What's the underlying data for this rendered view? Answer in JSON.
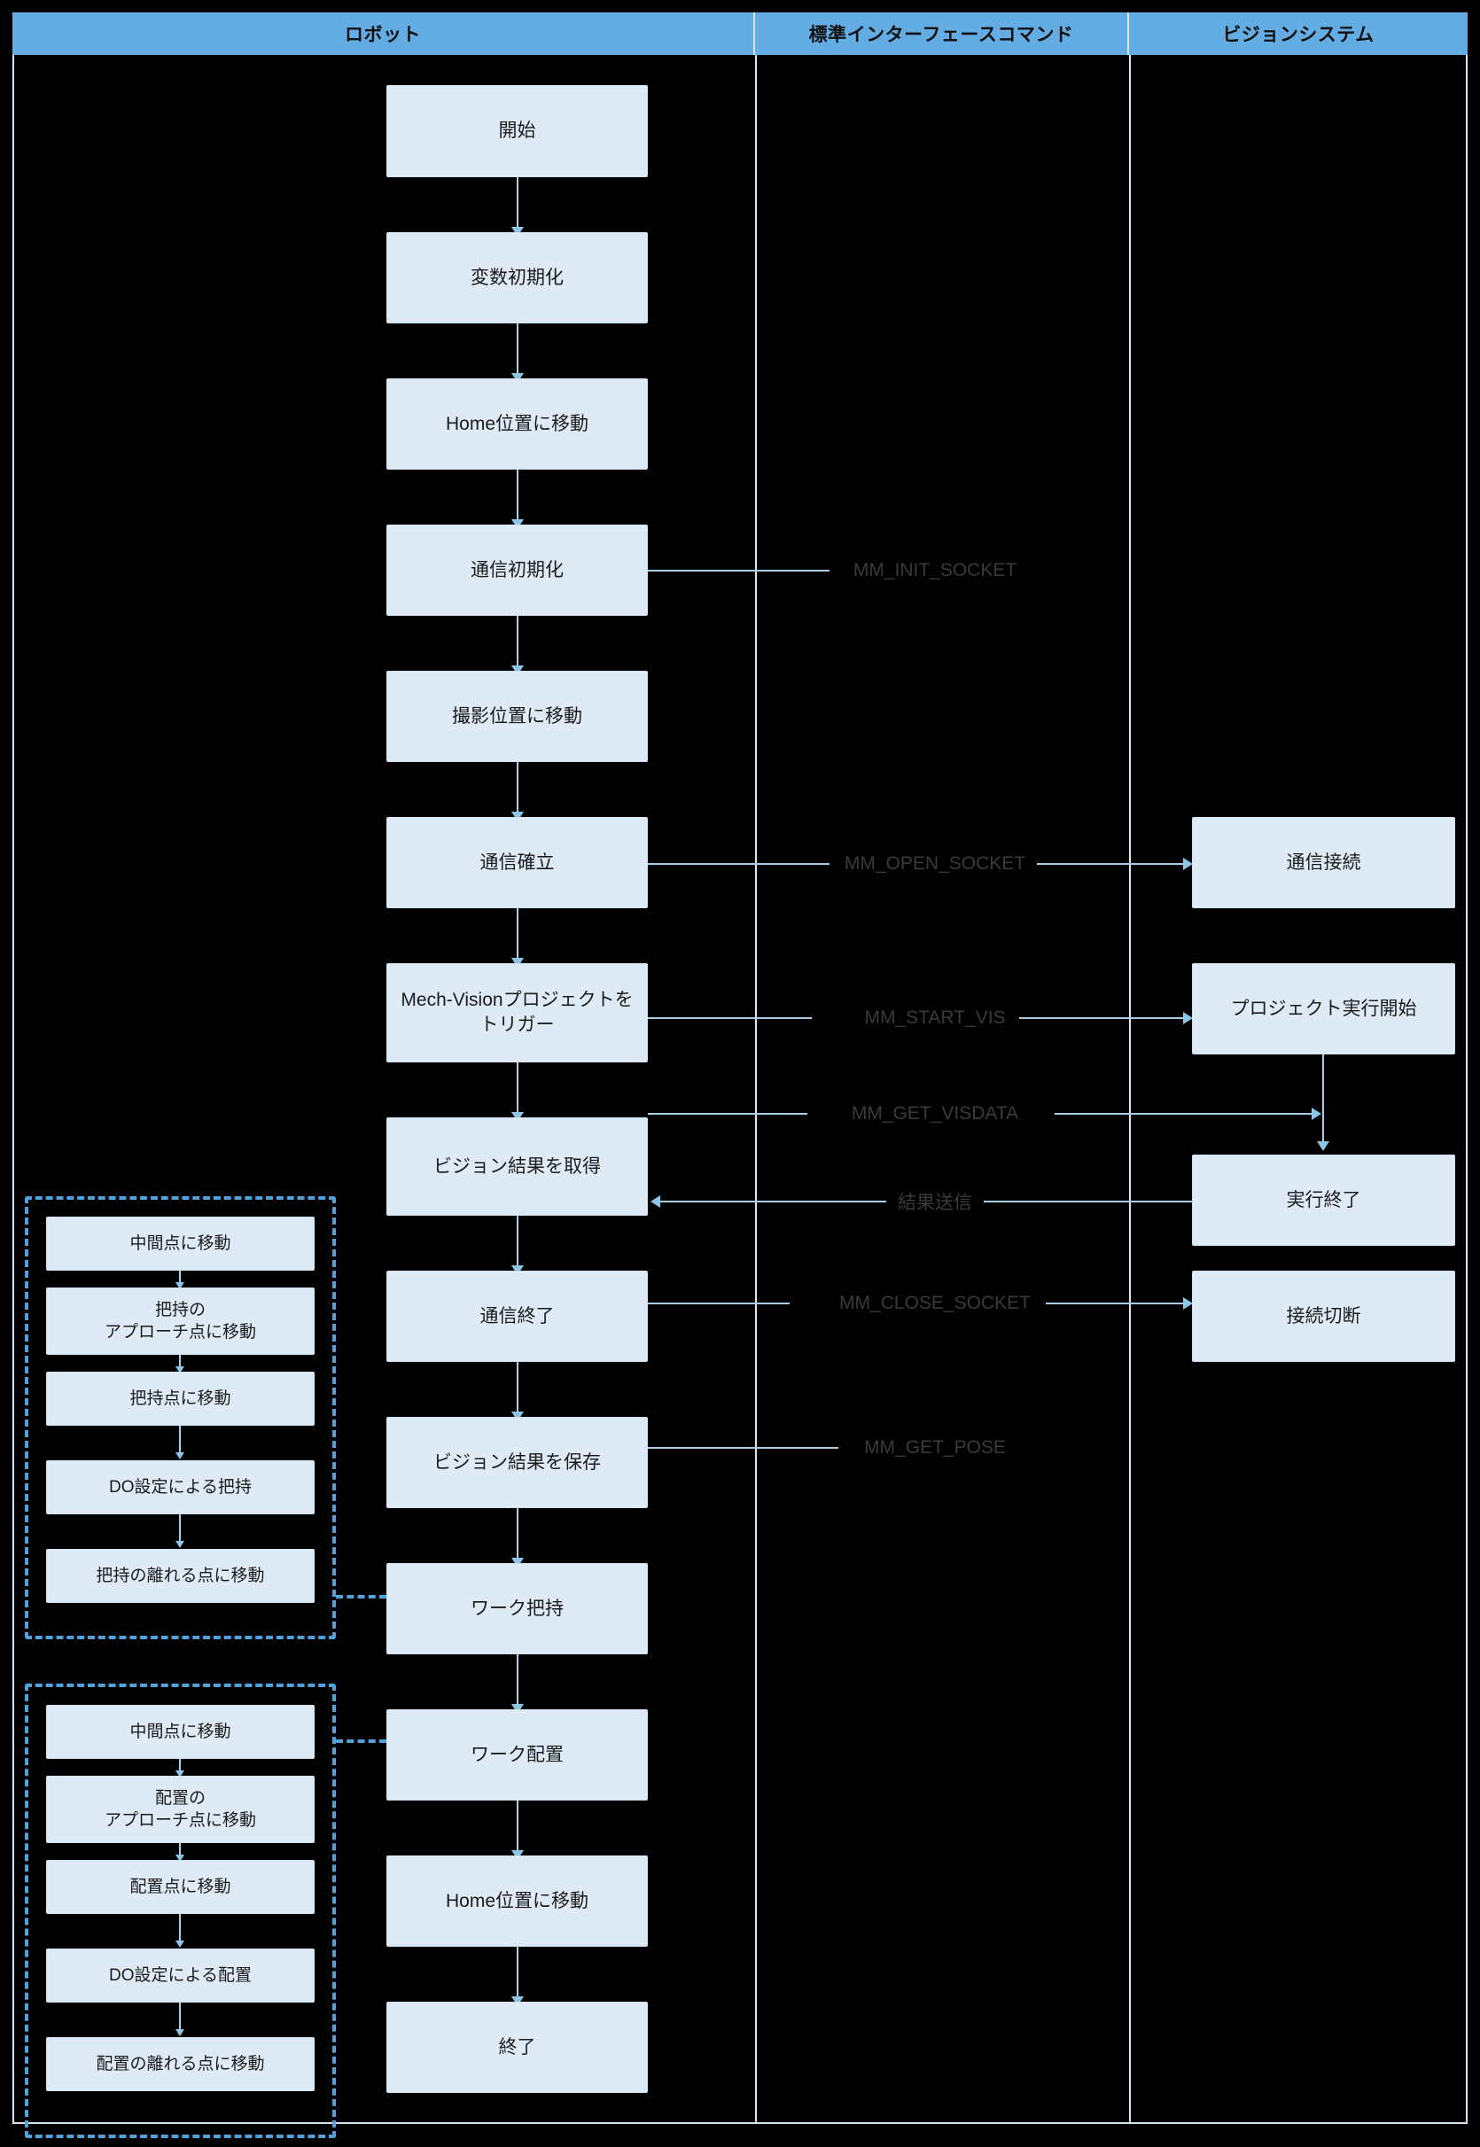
{
  "lanes": [
    {
      "id": "robot",
      "title": "ロボット"
    },
    {
      "id": "command",
      "title": "標準インターフェースコマンド"
    },
    {
      "id": "vision",
      "title": "ビジョンシステム"
    }
  ],
  "colors": {
    "lane_header": "#63ACE4",
    "node_fill": "#deebf7",
    "node_border": "#cfe0f1",
    "connector": "#a8cfe8",
    "dashed_group": "#4ea3dd",
    "frame": "#d8e4ef",
    "background": "#000000",
    "text": "#1b1b1b",
    "command_text": "#3a3a3a"
  },
  "robot_nodes": [
    {
      "id": "start",
      "label": "開始"
    },
    {
      "id": "init-var",
      "label": "変数初期化"
    },
    {
      "id": "move-home-1",
      "label": "Home位置に移動"
    },
    {
      "id": "init-comm",
      "label": "通信初期化"
    },
    {
      "id": "move-capture",
      "label": "撮影位置に移動"
    },
    {
      "id": "open-comm",
      "label": "通信確立"
    },
    {
      "id": "trigger-vision",
      "label": "Mech-Visionプロジェクトをトリガー"
    },
    {
      "id": "get-result",
      "label": "ビジョン結果を取得"
    },
    {
      "id": "close-comm",
      "label": "通信終了"
    },
    {
      "id": "save-result",
      "label": "ビジョン結果を保存"
    },
    {
      "id": "pick-work",
      "label": "ワーク把持"
    },
    {
      "id": "place-work",
      "label": "ワーク配置"
    },
    {
      "id": "move-home-2",
      "label": "Home位置に移動"
    },
    {
      "id": "end",
      "label": "終了"
    }
  ],
  "commands": [
    {
      "id": "mm-init-socket",
      "label": "MM_INIT_SOCKET"
    },
    {
      "id": "mm-open-socket",
      "label": "MM_OPEN_SOCKET"
    },
    {
      "id": "mm-start-vis",
      "label": "MM_START_VIS"
    },
    {
      "id": "mm-get-visdata",
      "label": "MM_GET_VISDATA"
    },
    {
      "id": "send-result",
      "label": "結果送信"
    },
    {
      "id": "mm-close-socket",
      "label": "MM_CLOSE_SOCKET"
    },
    {
      "id": "mm-get-pose",
      "label": "MM_GET_POSE"
    }
  ],
  "vision_nodes": [
    {
      "id": "vision-connect",
      "label": "通信接続"
    },
    {
      "id": "vision-project-start",
      "label": "プロジェクト実行開始"
    },
    {
      "id": "vision-exec-end",
      "label": "実行終了"
    },
    {
      "id": "vision-disconnect",
      "label": "接続切断"
    }
  ],
  "pick_group": {
    "id": "pick-sequence",
    "steps": [
      {
        "id": "pick-waypoint",
        "label": "中間点に移動"
      },
      {
        "id": "pick-approach",
        "label": "把持の\nアプローチ点に移動"
      },
      {
        "id": "pick-point",
        "label": "把持点に移動"
      },
      {
        "id": "pick-do",
        "label": "DO設定による把持"
      },
      {
        "id": "pick-departure",
        "label": "把持の離れる点に移動"
      }
    ]
  },
  "place_group": {
    "id": "place-sequence",
    "steps": [
      {
        "id": "place-waypoint",
        "label": "中間点に移動"
      },
      {
        "id": "place-approach",
        "label": "配置の\nアプローチ点に移動"
      },
      {
        "id": "place-point",
        "label": "配置点に移動"
      },
      {
        "id": "place-do",
        "label": "DO設定による配置"
      },
      {
        "id": "place-departure",
        "label": "配置の離れる点に移動"
      }
    ]
  }
}
